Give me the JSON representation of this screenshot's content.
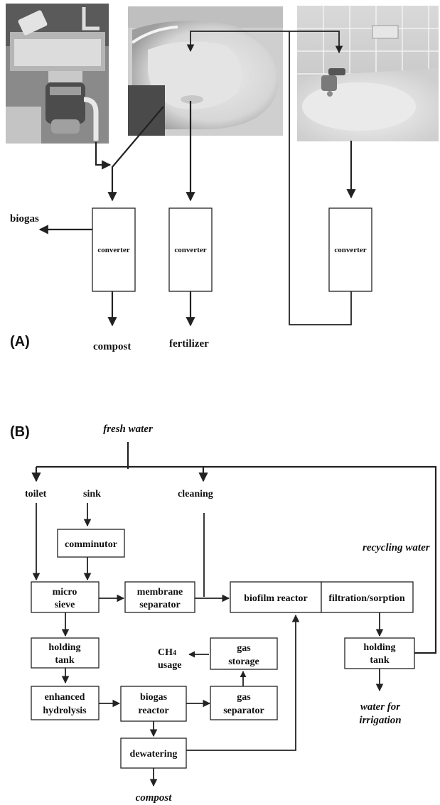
{
  "panel_a": {
    "label": "(A)",
    "converter_label": "converter",
    "biogas": "biogas",
    "compost": "compost",
    "fertilizer": "fertilizer"
  },
  "panel_b": {
    "label": "(B)",
    "fresh_water": "fresh water",
    "toilet": "toilet",
    "sink": "sink",
    "cleaning": "cleaning",
    "recycling_water": "recycling water",
    "comminutor": "comminutor",
    "micro_sieve": [
      "micro",
      "sieve"
    ],
    "membrane_separator": [
      "membrane",
      "separator"
    ],
    "biofilm_reactor": "biofilm reactor",
    "filtration_sorption": "filtration/sorption",
    "holding_tank_left": [
      "holding",
      "tank"
    ],
    "holding_tank_right": [
      "holding",
      "tank"
    ],
    "gas_storage": [
      "gas",
      "storage"
    ],
    "ch4_usage": [
      "CH",
      "4",
      "usage"
    ],
    "enhanced_hydrolysis": [
      "enhanced",
      "hydrolysis"
    ],
    "biogas_reactor": [
      "biogas",
      "reactor"
    ],
    "gas_separator": [
      "gas",
      "separator"
    ],
    "water_for_irrigation": [
      "water for",
      "irrigation"
    ],
    "dewatering": "dewatering",
    "compost": "compost"
  }
}
